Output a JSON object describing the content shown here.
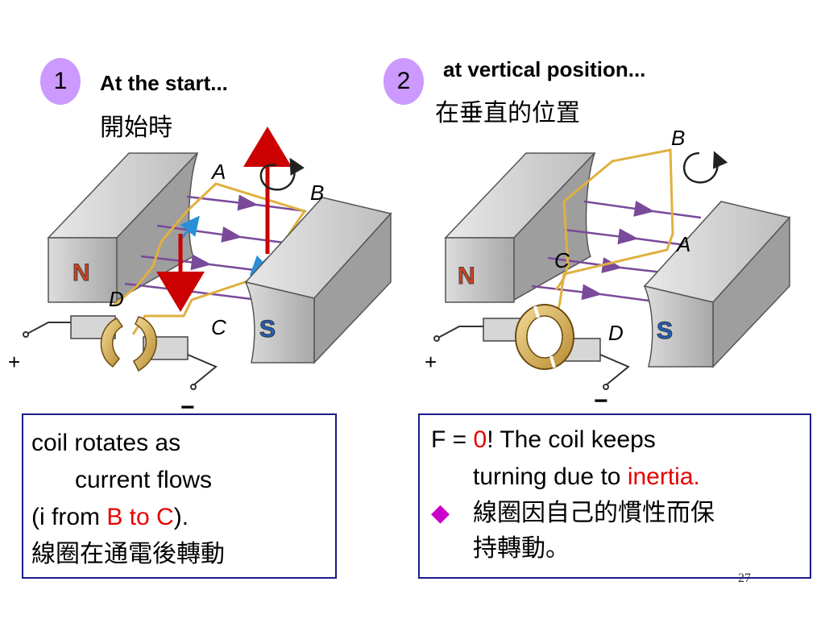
{
  "panel1": {
    "step": "1",
    "title_en": "At the start...",
    "title_zh": "開始時",
    "labels": {
      "a": "A",
      "b": "B",
      "c": "C",
      "d": "D",
      "n": "N",
      "s": "S",
      "plus": "+",
      "minus": "−"
    },
    "caption": {
      "line1": "coil rotates as",
      "line2": "current flows",
      "line3_pre": "(i from ",
      "line3_red": "B to C",
      "line3_post": ").",
      "line4": "線圈在通電後轉動"
    }
  },
  "panel2": {
    "step": "2",
    "title_en": "at vertical position...",
    "title_zh": "在垂直的位置",
    "labels": {
      "a": "A",
      "b": "B",
      "c": "C",
      "d": "D",
      "n": "N",
      "s": "S",
      "plus": "+",
      "minus": "−"
    },
    "caption": {
      "line1_pre": "F = ",
      "line1_red": "0",
      "line1_post": "! The coil keeps",
      "line2_pre": "turning due to ",
      "line2_red": "inertia.",
      "bullet": "◆",
      "zh_line1": "線圈因自己的慣性而保",
      "zh_line2": "持轉動。"
    }
  },
  "page_number": "27",
  "colors": {
    "badge": "#cc99ff",
    "field_line": "#7a4a9a",
    "coil": "#e0b040",
    "force_arrow": "#cc0000",
    "current_arrow": "#2a8fd8",
    "box_border": "#1a1a8c",
    "highlight_text": "#e60000",
    "bullet": "#cc00cc"
  }
}
